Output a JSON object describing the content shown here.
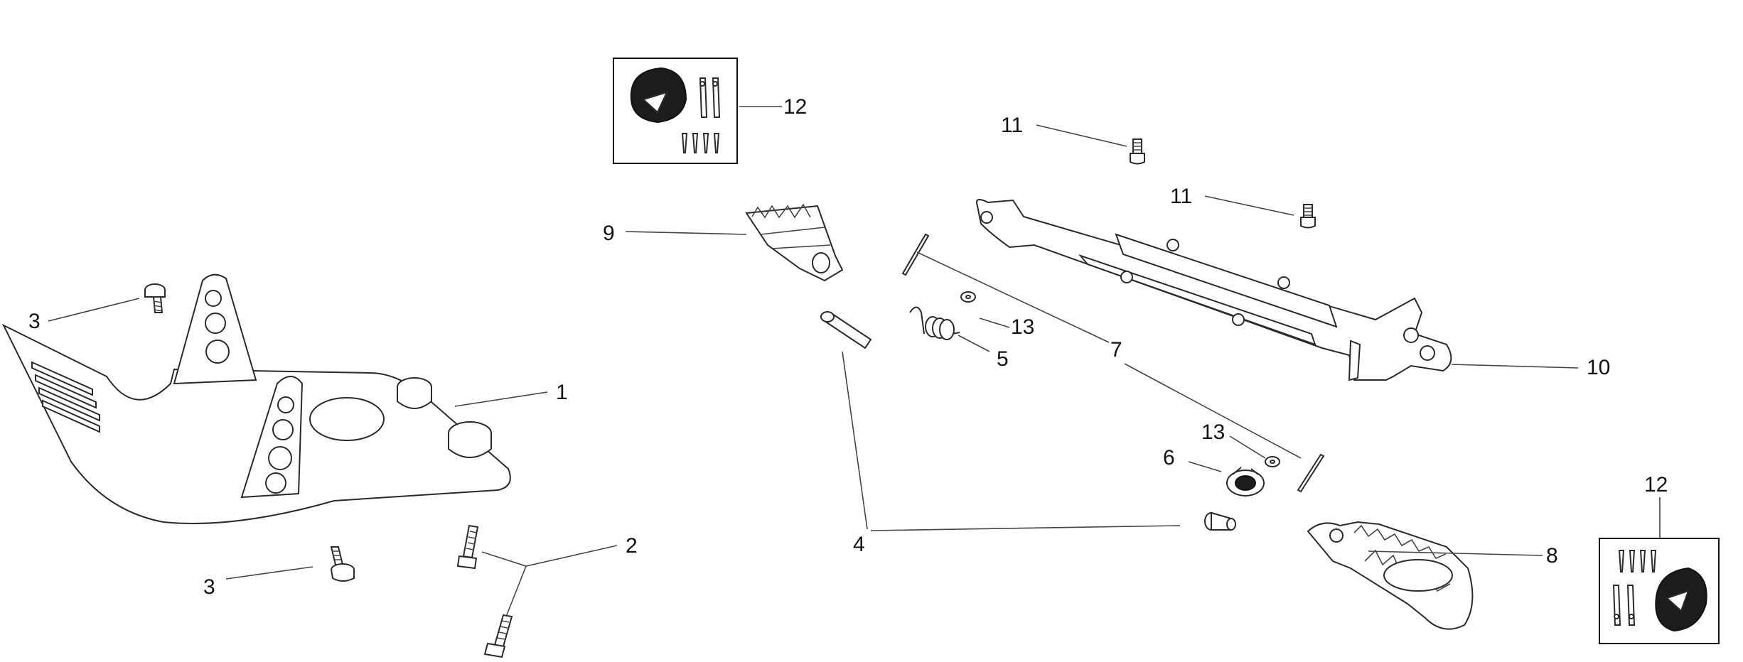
{
  "callouts": {
    "c1": "1",
    "c2": "2",
    "c3a": "3",
    "c3b": "3",
    "c4": "4",
    "c5": "5",
    "c6": "6",
    "c7": "7",
    "c8": "8",
    "c9": "9",
    "c10": "10",
    "c11a": "11",
    "c11b": "11",
    "c12a": "12",
    "c12b": "12",
    "c13a": "13",
    "c13b": "13"
  }
}
